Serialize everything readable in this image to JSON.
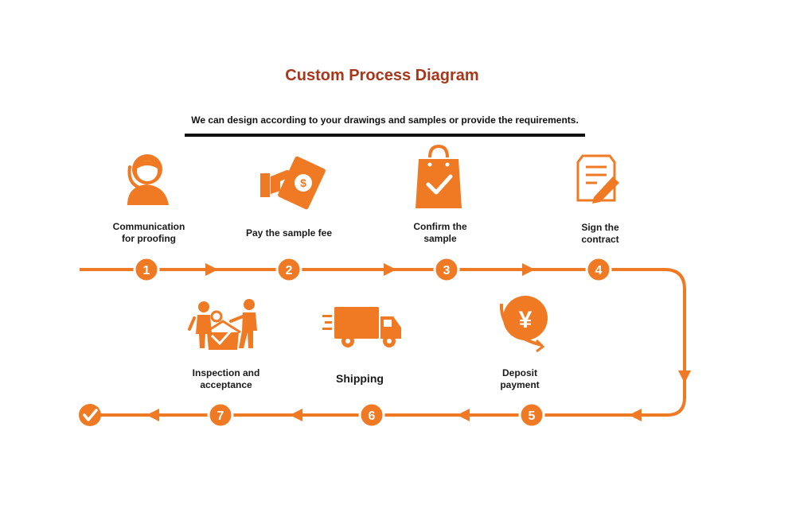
{
  "title": "Custom Process Diagram",
  "subtitle": "We can design according to your drawings and samples or provide the requirements.",
  "colors": {
    "accent": "#f07a24",
    "title": "#a8361b",
    "text": "#1a1a1a"
  },
  "steps": [
    {
      "number": "1",
      "label": "Communication\nfor proofing",
      "icon": "customer-service-icon"
    },
    {
      "number": "2",
      "label": "Pay the sample fee",
      "icon": "pay-money-icon"
    },
    {
      "number": "3",
      "label": "Confirm the\nsample",
      "icon": "shopping-bag-check-icon"
    },
    {
      "number": "4",
      "label": "Sign the\ncontract",
      "icon": "contract-sign-icon"
    },
    {
      "number": "5",
      "label": "Deposit\npayment",
      "icon": "yen-deposit-icon"
    },
    {
      "number": "6",
      "label": "Shipping",
      "icon": "delivery-truck-icon"
    },
    {
      "number": "7",
      "label": "Inspection and\nacceptance",
      "icon": "inspection-people-icon"
    }
  ],
  "end_icon": "check-circle-icon"
}
